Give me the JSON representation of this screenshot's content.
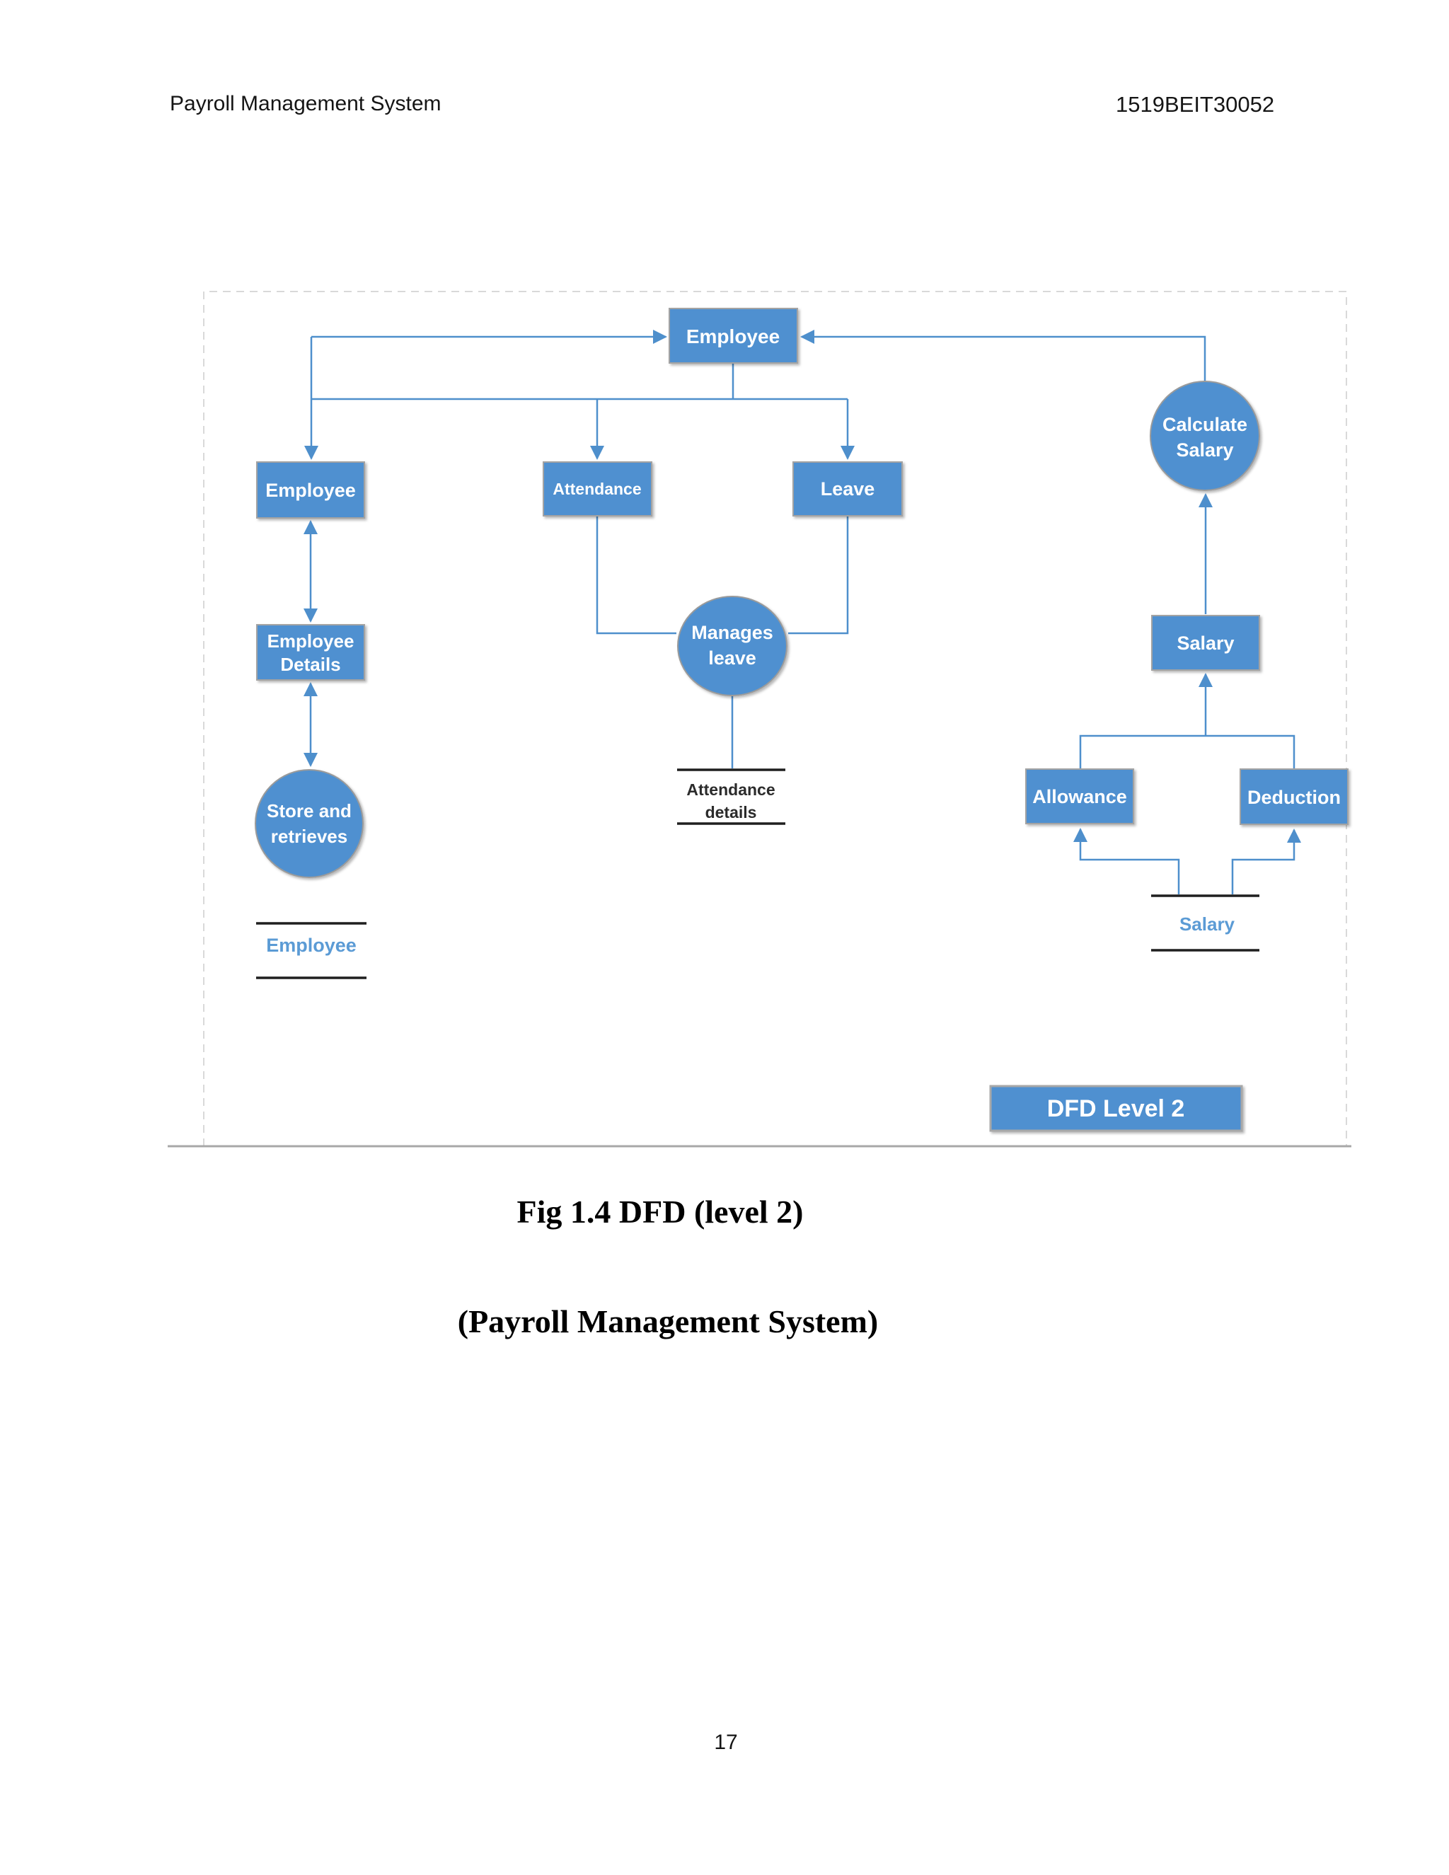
{
  "page": {
    "header_left": "Payroll Management System",
    "header_right": "1519BEIT30052",
    "caption_line1": "Fig 1.4 DFD (level 2)",
    "caption_line2": "(Payroll Management System)",
    "page_number": "17"
  },
  "diagram": {
    "badge": "DFD Level 2",
    "nodes": {
      "employee_top": "Employee",
      "employee_left": "Employee",
      "attendance": "Attendance",
      "leave": "Leave",
      "employee_details_l1": "Employee",
      "employee_details_l2": "Details",
      "salary": "Salary",
      "allowance": "Allowance",
      "deduction": "Deduction"
    },
    "processes": {
      "store_retrieves_l1": "Store and",
      "store_retrieves_l2": "retrieves",
      "manages_leave_l1": "Manages",
      "manages_leave_l2": "leave",
      "calculate_salary_l1": "Calculate",
      "calculate_salary_l2": "Salary"
    },
    "datastores": {
      "employee": "Employee",
      "attendance_details_l1": "Attendance",
      "attendance_details_l2": "details",
      "salary": "Salary"
    },
    "colors": {
      "node_fill": "#4f90d0",
      "connector": "#4e8fcc",
      "datastore_text": "#5b9bd5",
      "datastore_line": "#1f1f1f"
    }
  }
}
